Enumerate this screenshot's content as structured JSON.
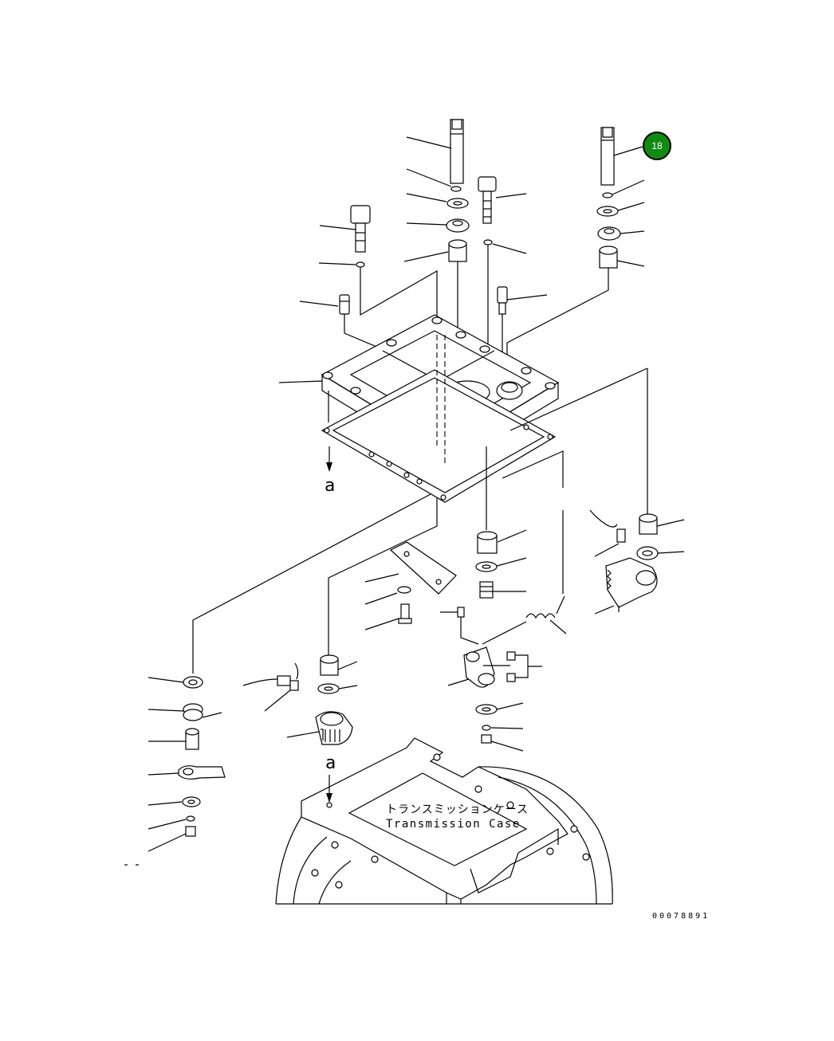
{
  "callout": {
    "number": "18",
    "color": "#118a11"
  },
  "view_marks": {
    "upper": "a",
    "lower": "a"
  },
  "case_label": {
    "jp": "トランスミッションケース",
    "en": "Transmission Case"
  },
  "reference_number": "00078891"
}
